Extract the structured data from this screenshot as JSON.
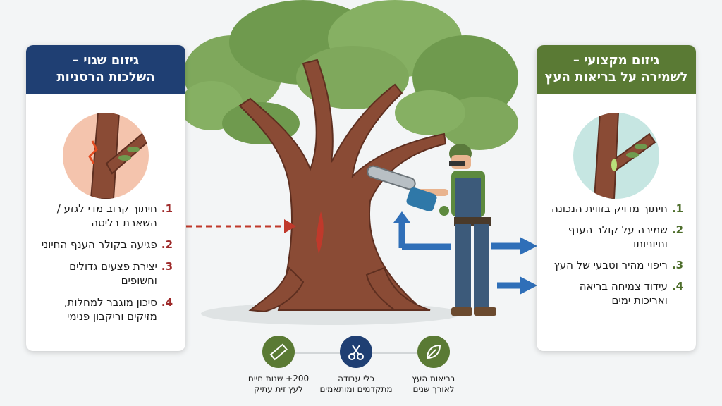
{
  "left_card": {
    "title_line1": "גיזום שגוי –",
    "title_line2": "השלכות הרסניות",
    "accent_color": "#1f3f73",
    "number_color": "#9e2a2a",
    "items": [
      {
        "num": "1.",
        "text": "חיתוך קרוב מדי לגזע / השארת בליטה"
      },
      {
        "num": "2.",
        "text": "פגיעה בקולר הענף החיוני"
      },
      {
        "num": "3.",
        "text": "יצירת פצעים גדולים וחשופים"
      },
      {
        "num": "4.",
        "text": "סיכון מוגבר למחלות, מזיקים וריקבון פנימי"
      }
    ]
  },
  "right_card": {
    "title_line1": "גיזום מקצועי –",
    "title_line2": "לשמירה על בריאות העץ",
    "accent_color": "#5a7a34",
    "number_color": "#4e6e2c",
    "items": [
      {
        "num": "1.",
        "text": "חיתוך מדויק בזווית הנכונה"
      },
      {
        "num": "2.",
        "text": "שמירה על קולר הענף וחיוניותו"
      },
      {
        "num": "3.",
        "text": "ריפוי מהיר וטבעי של העץ"
      },
      {
        "num": "4.",
        "text": "עידוד צמיחה בריאה ואריכות ימים"
      }
    ]
  },
  "footer_features": [
    {
      "icon": "leaf-icon",
      "color": "#5a7a34",
      "line1": "בריאות העץ",
      "line2": "לאורך שנים"
    },
    {
      "icon": "pruning-shears-icon",
      "color": "#1f3f73",
      "line1": "כלי עבודה",
      "line2": "מתקדמים ומותאמים"
    },
    {
      "icon": "ruler-icon",
      "color": "#5a7a34",
      "line1": "200+ שנות חיים",
      "line2": "לעץ זית עתיק"
    }
  ]
}
